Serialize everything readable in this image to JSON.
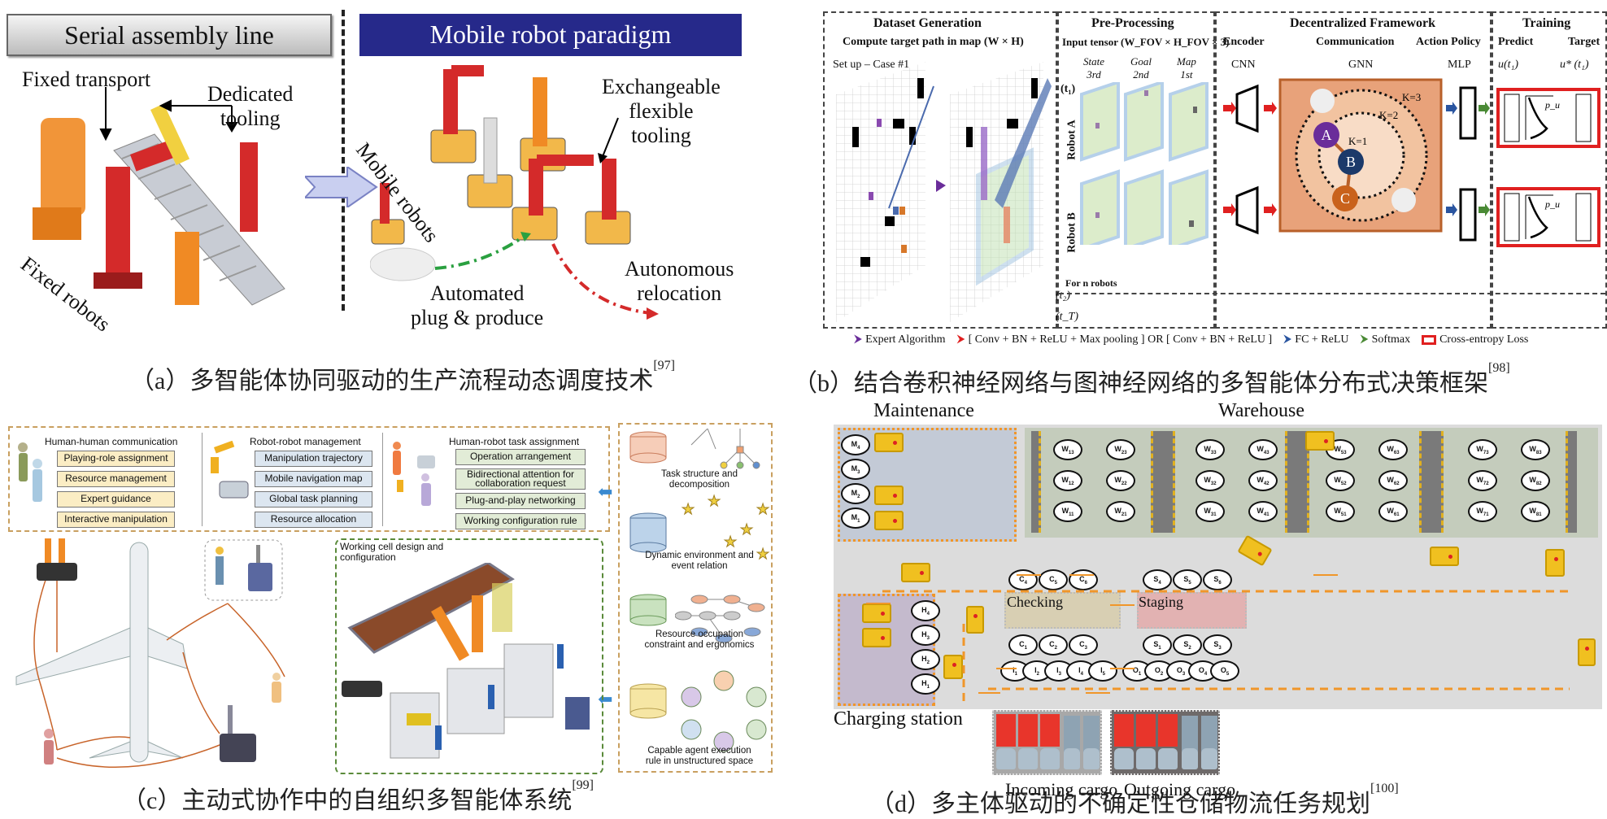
{
  "panel_a": {
    "header_left": "Serial assembly line",
    "header_right": "Mobile robot paradigm",
    "labels": {
      "fixed_transport": "Fixed transport",
      "dedicated_tooling": "Dedicated\ntooling",
      "fixed_robots": "Fixed robots",
      "mobile_robots": "Mobile robots",
      "exchangeable_tooling": "Exchangeable\nflexible\ntooling",
      "automated_plug": "Automated\nplug & produce",
      "autonomous_relocation": "Autonomous\nrelocation"
    },
    "caption": "（a）多智能体协同驱动的生产流程动态调度技术",
    "caption_ref": "[97]",
    "colors": {
      "header_blue": "#26298a",
      "robot_red": "#d42a2a",
      "robot_orange": "#f08a24"
    }
  },
  "panel_b": {
    "sections": {
      "dataset": {
        "title": "Dataset Generation",
        "subtitle": "Compute target path in map (W × H)",
        "setup": "Set up – Case #1"
      },
      "preprocessing": {
        "title": "Pre-Processing",
        "subtitle": "Input tensor  (W_FOV × H_FOV × 3)",
        "channels": [
          {
            "name": "State",
            "order": "3rd"
          },
          {
            "name": "Goal",
            "order": "2nd"
          },
          {
            "name": "Map",
            "order": "1st"
          }
        ],
        "robot_a": "Robot A",
        "robot_b": "Robot B",
        "t1": "(t₁)",
        "t2": "(t₂)",
        "tT": "(t_T)",
        "for_n": "For n robots"
      },
      "framework": {
        "title": "Decentralized Framework",
        "encoder": "Encoder",
        "encoder_type": "CNN",
        "communication": "Communication",
        "communication_type": "GNN",
        "policy": "Action Policy",
        "policy_type": "MLP",
        "nodes": [
          "A",
          "B",
          "C"
        ],
        "hops": [
          "K=1",
          "K=2",
          "K=3"
        ]
      },
      "training": {
        "title": "Training",
        "predict": "Predict",
        "target": "Target",
        "predict_sym": "u(t₁)",
        "target_sym": "u* (t₁)",
        "pu": "p_u"
      }
    },
    "legend": [
      {
        "label": "Expert Algorithm",
        "color": "#6a2d9a"
      },
      {
        "label": "[ Conv + BN + ReLU + Max pooling ] OR [ Conv + BN + ReLU ]",
        "color": "#e02020"
      },
      {
        "label": "FC + ReLU",
        "color": "#2a55a0"
      },
      {
        "label": "Softmax",
        "color": "#4a8a35"
      },
      {
        "label": "Cross-entropy Loss",
        "color": "#e02020"
      }
    ],
    "caption": "（b）结合卷积神经网络与图神经网络的多智能体分布式决策框架",
    "caption_ref": "[98]"
  },
  "panel_c": {
    "groups": [
      {
        "title": "Human-human communication",
        "items": [
          "Playing-role assignment",
          "Resource management",
          "Expert guidance",
          "Interactive manipulation"
        ],
        "color": "#fbedc4"
      },
      {
        "title": "Robot-robot management",
        "items": [
          "Manipulation trajectory",
          "Mobile navigation map",
          "Global task planning",
          "Resource allocation"
        ],
        "color": "#dce6f0"
      },
      {
        "title": "Human-robot task assignment",
        "items": [
          "Operation arrangement",
          "Bidirectional attention for collaboration request",
          "Plug-and-play networking",
          "Working configuration rule"
        ],
        "color": "#e2ecd7"
      }
    ],
    "working_cell": "Working cell design and\nconfiguration",
    "knowledge": [
      {
        "label": "Task structure and\ndecomposition",
        "color": "#f6cdb8"
      },
      {
        "label": "Dynamic environment and\nevent relation",
        "color": "#bcd3ea"
      },
      {
        "label": "Resource occupation\nconstraint and ergonomics",
        "color": "#c9e2bf"
      },
      {
        "label": "Capable agent execution\nrule in unstructured space",
        "color": "#f6e6a4"
      }
    ],
    "caption": "（c）主动式协作中的自组织多智能体系统",
    "caption_ref": "[99]"
  },
  "panel_d": {
    "zones": {
      "maintenance": "Maintenance",
      "warehouse": "Warehouse",
      "checking": "Checking",
      "staging": "Staging",
      "charging": "Charging station",
      "incoming": "Incoming cargo",
      "outgoing": "Outgoing cargo"
    },
    "maintenance_nodes": [
      "M4",
      "M3",
      "M2",
      "M1"
    ],
    "warehouse_nodes": [
      [
        "W13",
        "W23",
        "W33",
        "W43",
        "W53",
        "W63",
        "W73",
        "W83"
      ],
      [
        "W12",
        "W22",
        "W32",
        "W42",
        "W52",
        "W62",
        "W72",
        "W82"
      ],
      [
        "W11",
        "W21",
        "W31",
        "W41",
        "W51",
        "W61",
        "W71",
        "W81"
      ]
    ],
    "checking_top": [
      "C4",
      "C5",
      "C6"
    ],
    "staging_top": [
      "S4",
      "S5",
      "S6"
    ],
    "checking_bottom": [
      "C1",
      "C2",
      "C3"
    ],
    "staging_bottom": [
      "S1",
      "S2",
      "S3"
    ],
    "incoming_nodes": [
      "I1",
      "I2",
      "I3",
      "I4",
      "I5"
    ],
    "outgoing_nodes": [
      "O1",
      "O2",
      "O3",
      "O4",
      "O5"
    ],
    "charging_nodes": [
      "H4",
      "H3",
      "H2",
      "H1"
    ],
    "caption": "（d）多主体驱动的不确定性仓储物流任务规划",
    "caption_ref": "[100]",
    "colors": {
      "maintenance_bg": "#c3cad6",
      "warehouse_bg": "#c4ccbc",
      "charging_bg": "#c4bacd",
      "checking_bg": "#d8cfb3",
      "staging_bg": "#e2b2b2",
      "floor": "#dcdcdc",
      "path": "#f0962a",
      "agv": "#f0c020"
    }
  }
}
